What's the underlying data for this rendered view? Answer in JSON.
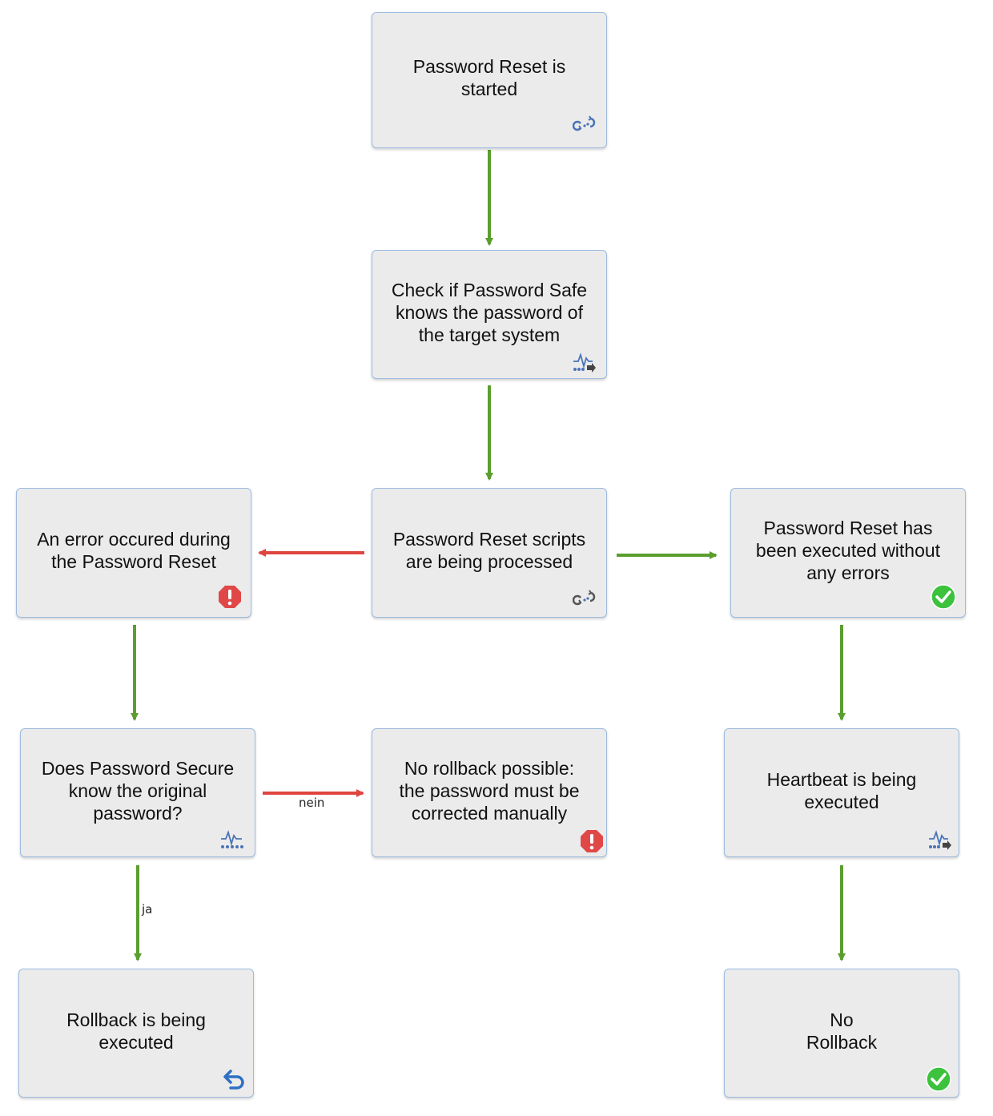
{
  "colors": {
    "success_arrow": "#5b9e2f",
    "failure_arrow": "#e0443e",
    "node_fill": "#ebebeb",
    "node_border": "#9dbbe0"
  },
  "nodes": [
    {
      "id": "start",
      "text": "Password Reset is\nstarted",
      "icon": "process-loop-icon"
    },
    {
      "id": "check",
      "text": "Check if Password Safe\nknows the password of\nthe target system",
      "icon": "heartbeat-check-icon"
    },
    {
      "id": "processing",
      "text": "Password Reset scripts\nare being processed",
      "icon": "process-loop-icon"
    },
    {
      "id": "error",
      "text": "An error occured during\nthe Password Reset",
      "icon": "error-octagon-icon"
    },
    {
      "id": "success",
      "text": "Password Reset has\nbeen executed without\nany errors",
      "icon": "success-check-icon"
    },
    {
      "id": "does_know",
      "text": "Does Password Secure\nknow the original\npassword?",
      "icon": "heartbeat-dots-icon"
    },
    {
      "id": "no_rollback_possible",
      "text": "No rollback possible:\nthe password must be\ncorrected manually",
      "icon": "error-octagon-icon"
    },
    {
      "id": "heartbeat",
      "text": "Heartbeat is being\nexecuted",
      "icon": "heartbeat-check-icon"
    },
    {
      "id": "rollback",
      "text": "Rollback is being\nexecuted",
      "icon": "undo-arrow-icon"
    },
    {
      "id": "no_rollback",
      "text": "No\nRollback",
      "icon": "success-check-icon"
    }
  ],
  "edges": [
    {
      "from": "start",
      "to": "check",
      "kind": "success",
      "label": ""
    },
    {
      "from": "check",
      "to": "processing",
      "kind": "success",
      "label": ""
    },
    {
      "from": "processing",
      "to": "error",
      "kind": "failure",
      "label": ""
    },
    {
      "from": "processing",
      "to": "success",
      "kind": "success",
      "label": ""
    },
    {
      "from": "error",
      "to": "does_know",
      "kind": "success",
      "label": ""
    },
    {
      "from": "success",
      "to": "heartbeat",
      "kind": "success",
      "label": ""
    },
    {
      "from": "does_know",
      "to": "no_rollback_possible",
      "kind": "failure",
      "label": "nein"
    },
    {
      "from": "does_know",
      "to": "rollback",
      "kind": "success",
      "label": "ja"
    },
    {
      "from": "heartbeat",
      "to": "no_rollback",
      "kind": "success",
      "label": ""
    }
  ]
}
